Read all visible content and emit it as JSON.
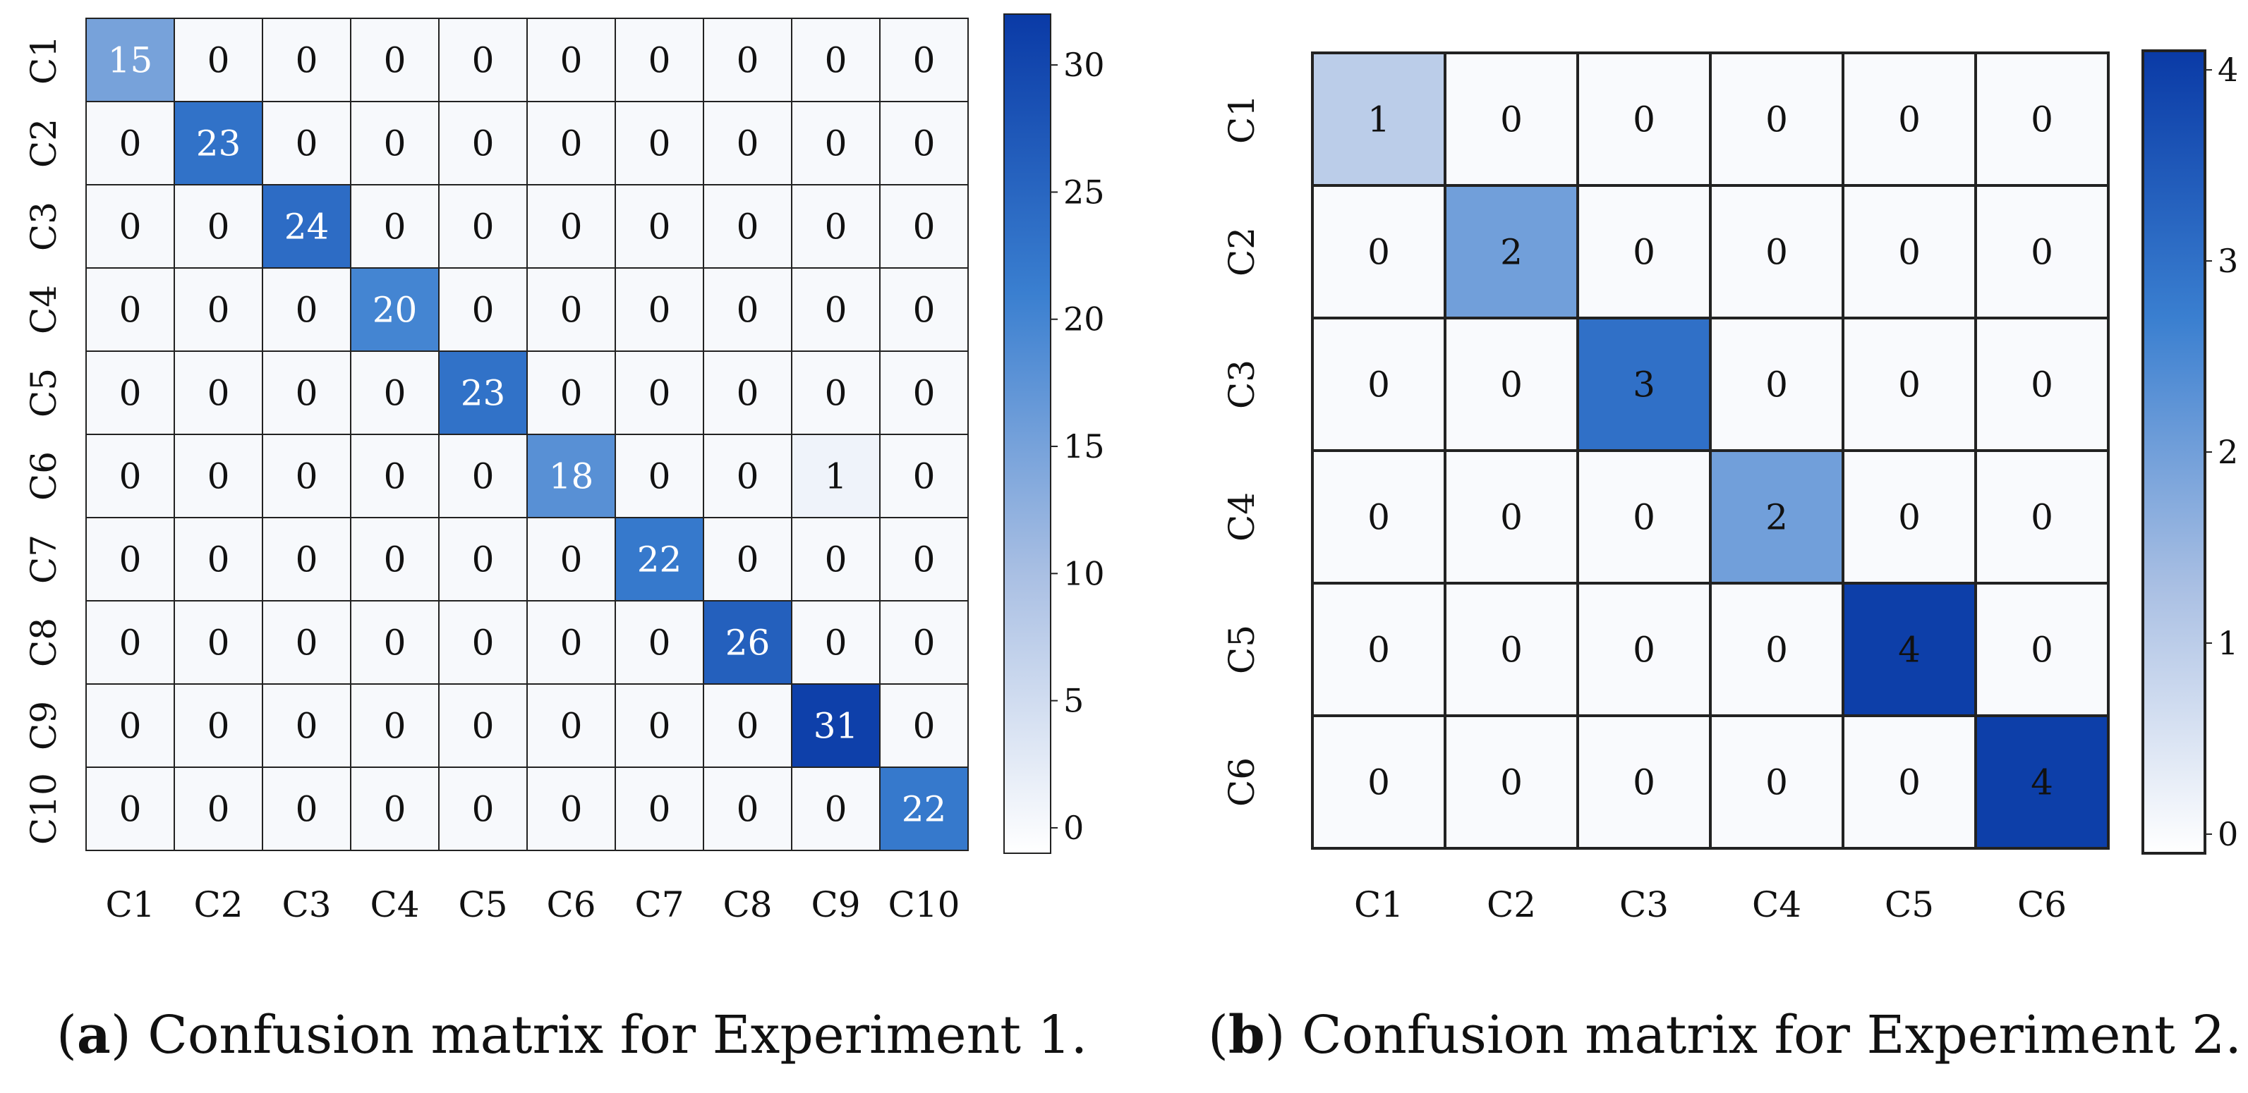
{
  "chart_data": [
    {
      "type": "heatmap",
      "panel_label": "a",
      "caption": "Confusion matrix for Experiment 1.",
      "x_labels": [
        "C1",
        "C2",
        "C3",
        "C4",
        "C5",
        "C6",
        "C7",
        "C8",
        "C9",
        "C10"
      ],
      "y_labels": [
        "C1",
        "C2",
        "C3",
        "C4",
        "C5",
        "C6",
        "C7",
        "C8",
        "C9",
        "C10"
      ],
      "matrix": [
        [
          15,
          0,
          0,
          0,
          0,
          0,
          0,
          0,
          0,
          0
        ],
        [
          0,
          23,
          0,
          0,
          0,
          0,
          0,
          0,
          0,
          0
        ],
        [
          0,
          0,
          24,
          0,
          0,
          0,
          0,
          0,
          0,
          0
        ],
        [
          0,
          0,
          0,
          20,
          0,
          0,
          0,
          0,
          0,
          0
        ],
        [
          0,
          0,
          0,
          0,
          23,
          0,
          0,
          0,
          0,
          0
        ],
        [
          0,
          0,
          0,
          0,
          0,
          18,
          0,
          0,
          1,
          0
        ],
        [
          0,
          0,
          0,
          0,
          0,
          0,
          22,
          0,
          0,
          0
        ],
        [
          0,
          0,
          0,
          0,
          0,
          0,
          0,
          26,
          0,
          0
        ],
        [
          0,
          0,
          0,
          0,
          0,
          0,
          0,
          0,
          31,
          0
        ],
        [
          0,
          0,
          0,
          0,
          0,
          0,
          0,
          0,
          0,
          22
        ]
      ],
      "colorbar": {
        "min": -1,
        "max": 32,
        "ticks": [
          0,
          5,
          10,
          15,
          20,
          25,
          30
        ]
      }
    },
    {
      "type": "heatmap",
      "panel_label": "b",
      "caption": "Confusion matrix for Experiment 2.",
      "x_labels": [
        "C1",
        "C2",
        "C3",
        "C4",
        "C5",
        "C6"
      ],
      "y_labels": [
        "C1",
        "C2",
        "C3",
        "C4",
        "C5",
        "C6"
      ],
      "matrix": [
        [
          1,
          0,
          0,
          0,
          0,
          0
        ],
        [
          0,
          2,
          0,
          0,
          0,
          0
        ],
        [
          0,
          0,
          3,
          0,
          0,
          0
        ],
        [
          0,
          0,
          0,
          2,
          0,
          0
        ],
        [
          0,
          0,
          0,
          0,
          4,
          0
        ],
        [
          0,
          0,
          0,
          0,
          0,
          4
        ]
      ],
      "colorbar": {
        "min": -0.1,
        "max": 4.1,
        "ticks": [
          0,
          1,
          2,
          3,
          4
        ]
      }
    }
  ],
  "colors": {
    "colormap": [
      "#ffffff",
      "#a9bfe3",
      "#3a7fd0",
      "#0a3aa6"
    ],
    "grid": "#222222",
    "text_dark": "#111111",
    "text_light": "#ffffff"
  }
}
